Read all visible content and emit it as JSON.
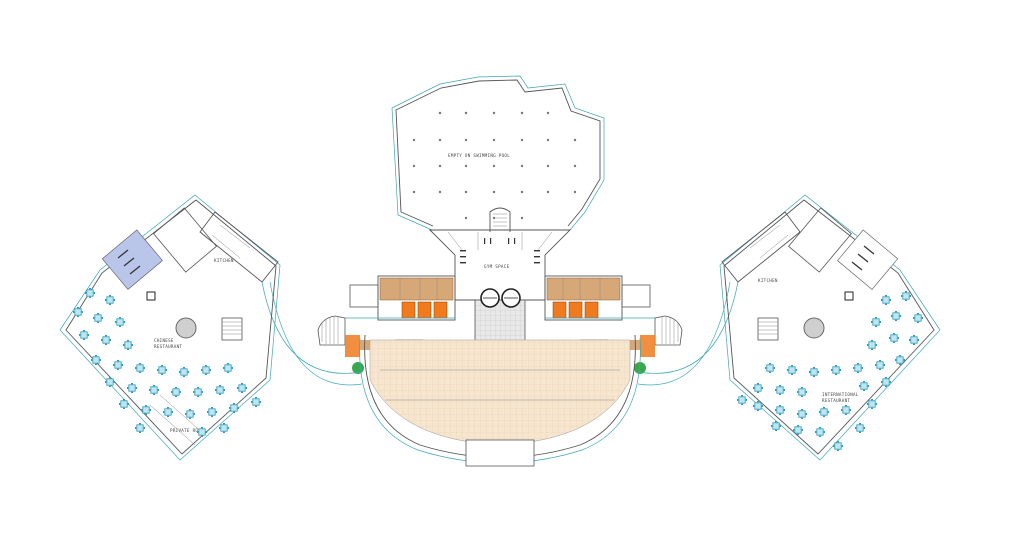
{
  "labels": {
    "pool": "EMPTY ON SWIMMING POOL",
    "gym": "GYM SPACE",
    "chinese_restaurant": [
      "CHINESE",
      "RESTAURANT"
    ],
    "private_room": "PRIVATE ROOM",
    "kitchen_left": "KITCHEN",
    "kitchen_right": "KITCHEN",
    "international_restaurant": [
      "INTERNATIONAL",
      "RESTAURANT"
    ]
  },
  "colors": {
    "wall": "#555555",
    "curtain_wall": "#3aa7b8",
    "table": "#2b9bb8",
    "table_fill": "#bfe6f0",
    "wood_room": "#d7a877",
    "orange_room": "#f07a1e",
    "blue_wc": "#b9c6ea",
    "lobby_tile": "#f6e6cf",
    "plant": "#3aa84a"
  },
  "icons": [
    "column-dot",
    "dining-table",
    "stair",
    "elevator",
    "toilet-fixture",
    "plant"
  ]
}
